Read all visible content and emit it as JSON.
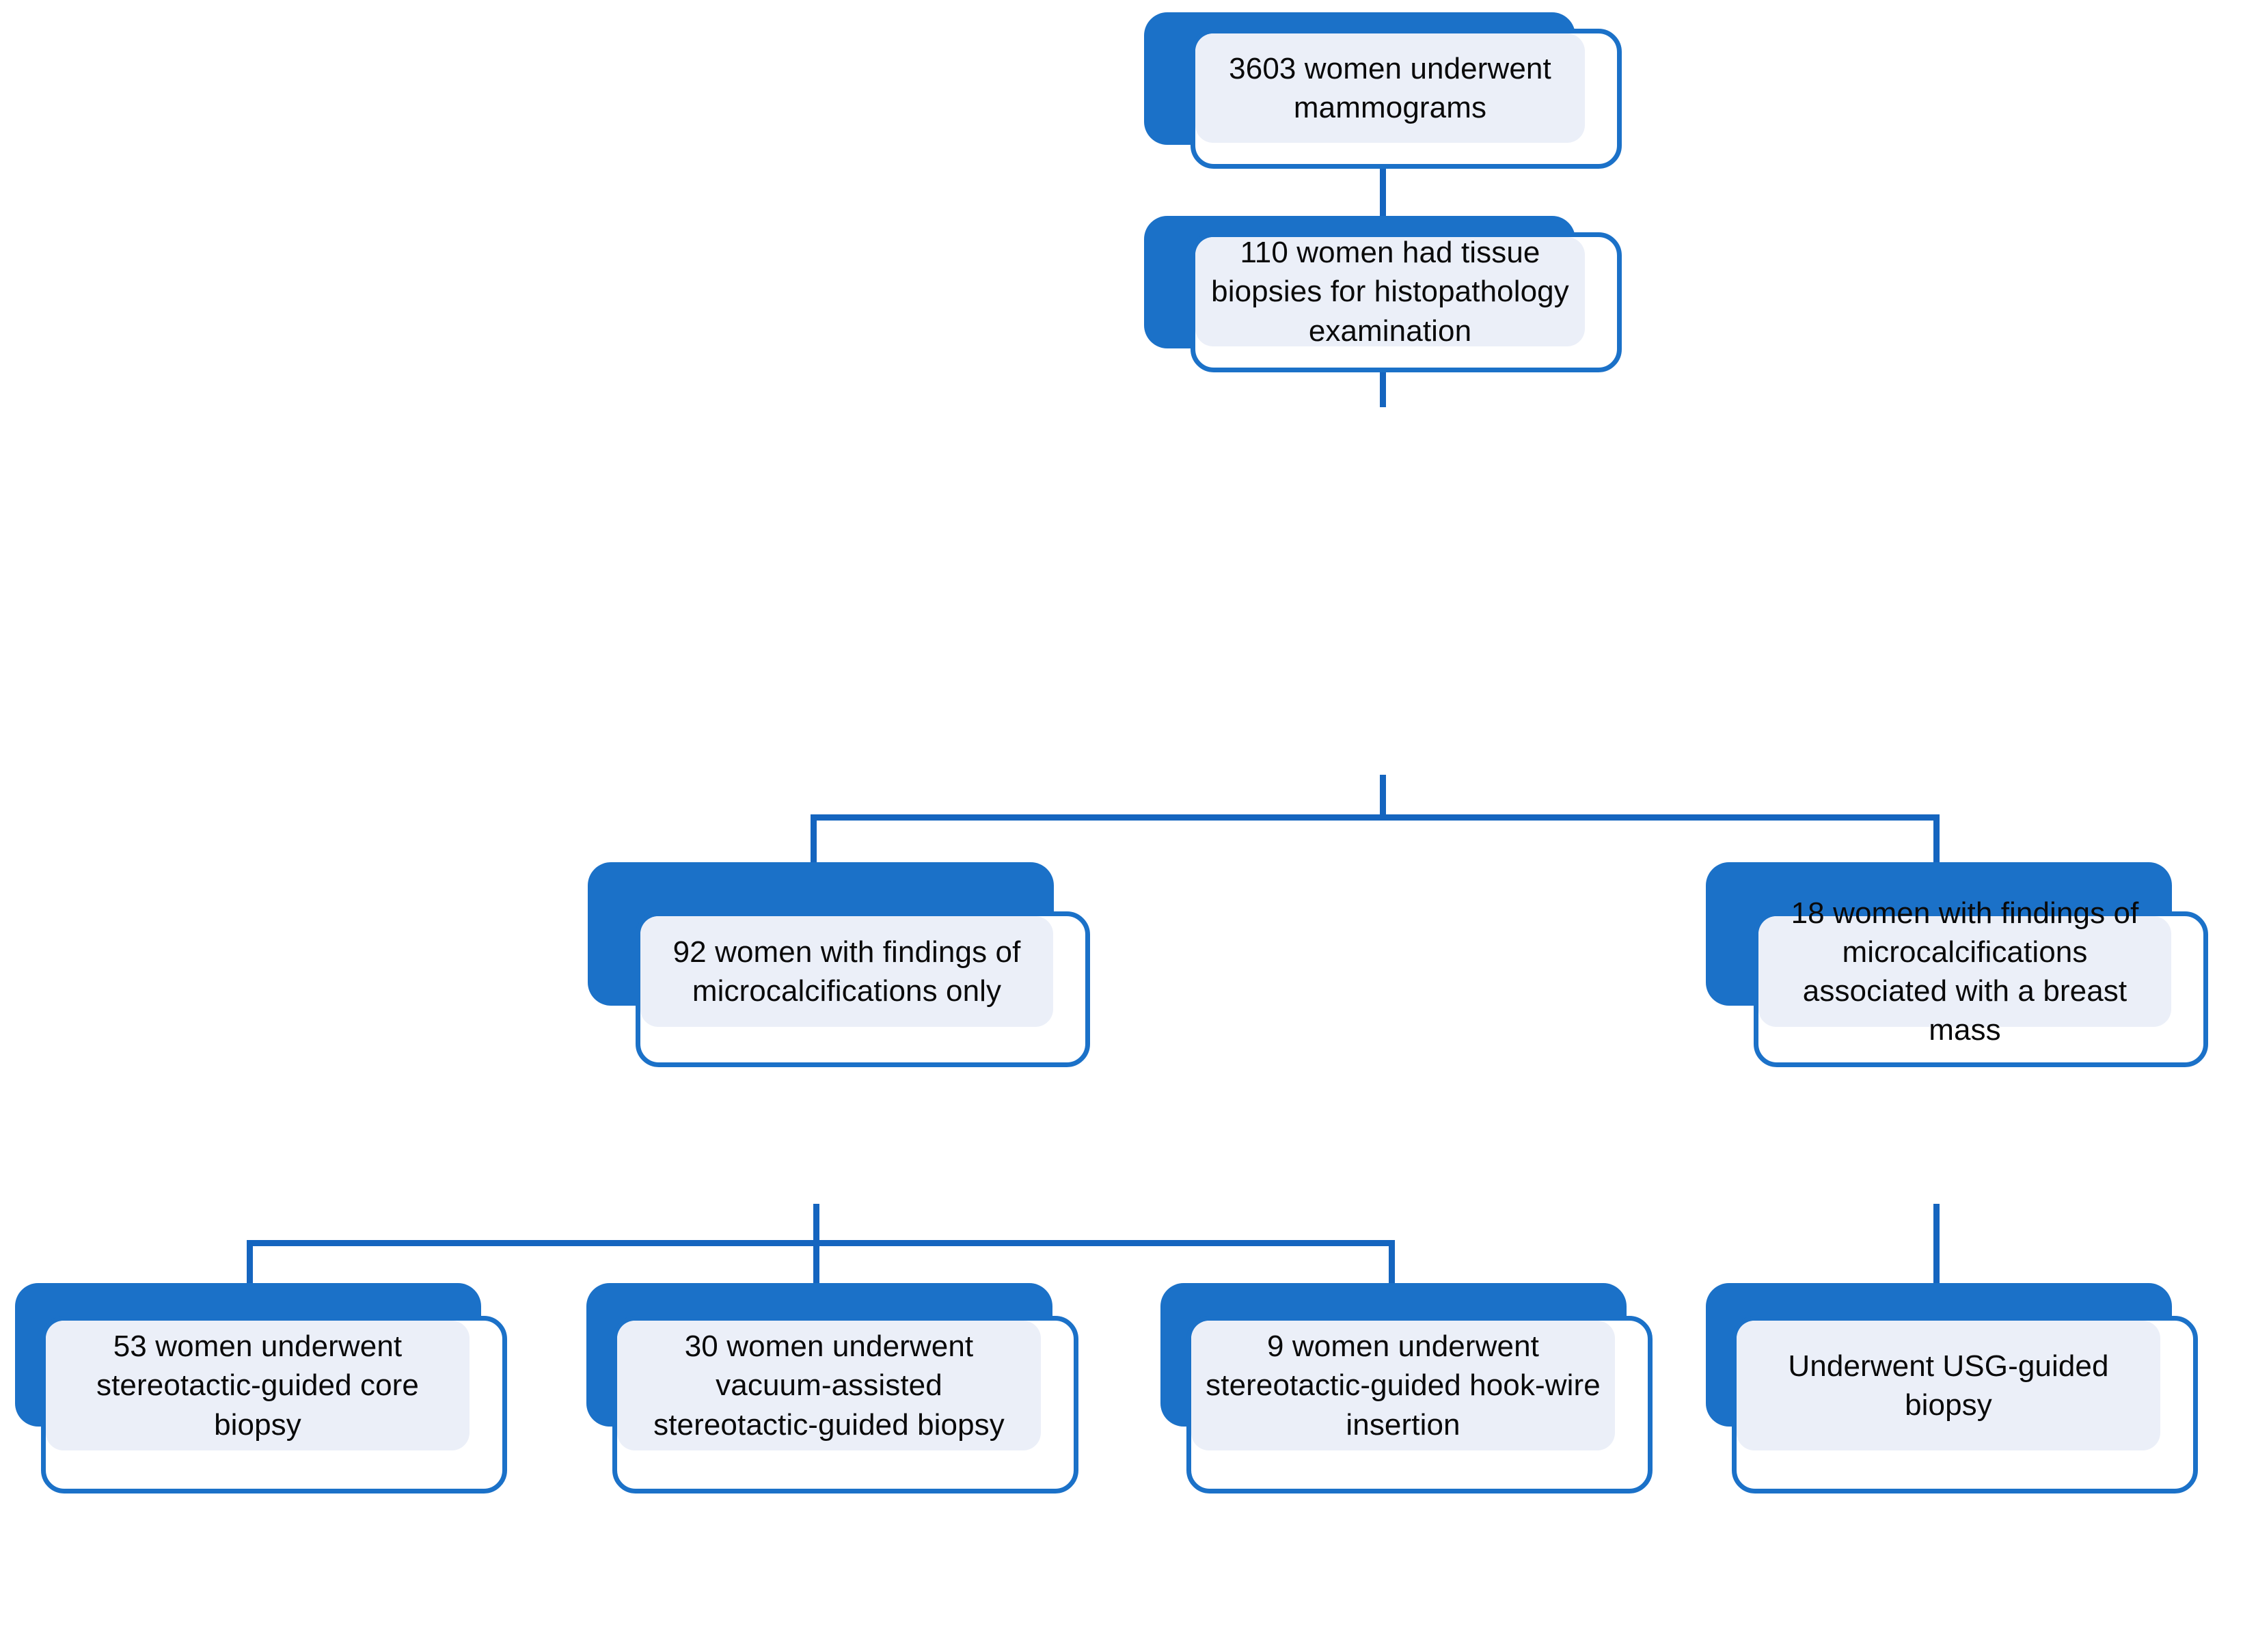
{
  "diagram": {
    "title": "Mammogram biopsy patient flow diagram",
    "colors": {
      "accent_blue": "#1B71C8",
      "connector_blue": "#1565BF",
      "node_fill": "#EBEFF8",
      "node_outline_bg": "#FFFFFF",
      "text": "#0A0A0A",
      "background": "#FFFFFF"
    },
    "nodes": [
      {
        "id": "n1",
        "label": "3603 women underwent mammograms",
        "count": 3603,
        "level": 1
      },
      {
        "id": "n2",
        "label": "110 women had tissue biopsies for histopathology examination",
        "count": 110,
        "level": 2
      },
      {
        "id": "n3",
        "label": "92 women with findings of microcalcifications only",
        "count": 92,
        "level": 3
      },
      {
        "id": "n4",
        "label": "18 women with findings of microcalcifications associated with  a breast mass",
        "count": 18,
        "level": 3
      },
      {
        "id": "n5",
        "label": "53 women underwent stereotactic-guided core biopsy",
        "count": 53,
        "level": 4
      },
      {
        "id": "n6",
        "label": "30 women underwent vacuum-assisted stereotactic-guided biopsy",
        "count": 30,
        "level": 4
      },
      {
        "id": "n7",
        "label": "9 women underwent stereotactic-guided hook-wire insertion",
        "count": 9,
        "level": 4
      },
      {
        "id": "n8",
        "label": "Underwent USG-guided biopsy",
        "count": null,
        "level": 4
      }
    ],
    "edges": [
      {
        "from": "n1",
        "to": "n2"
      },
      {
        "from": "n2",
        "to": "n3"
      },
      {
        "from": "n2",
        "to": "n4"
      },
      {
        "from": "n3",
        "to": "n5"
      },
      {
        "from": "n3",
        "to": "n6"
      },
      {
        "from": "n3",
        "to": "n7"
      },
      {
        "from": "n4",
        "to": "n8"
      }
    ]
  }
}
